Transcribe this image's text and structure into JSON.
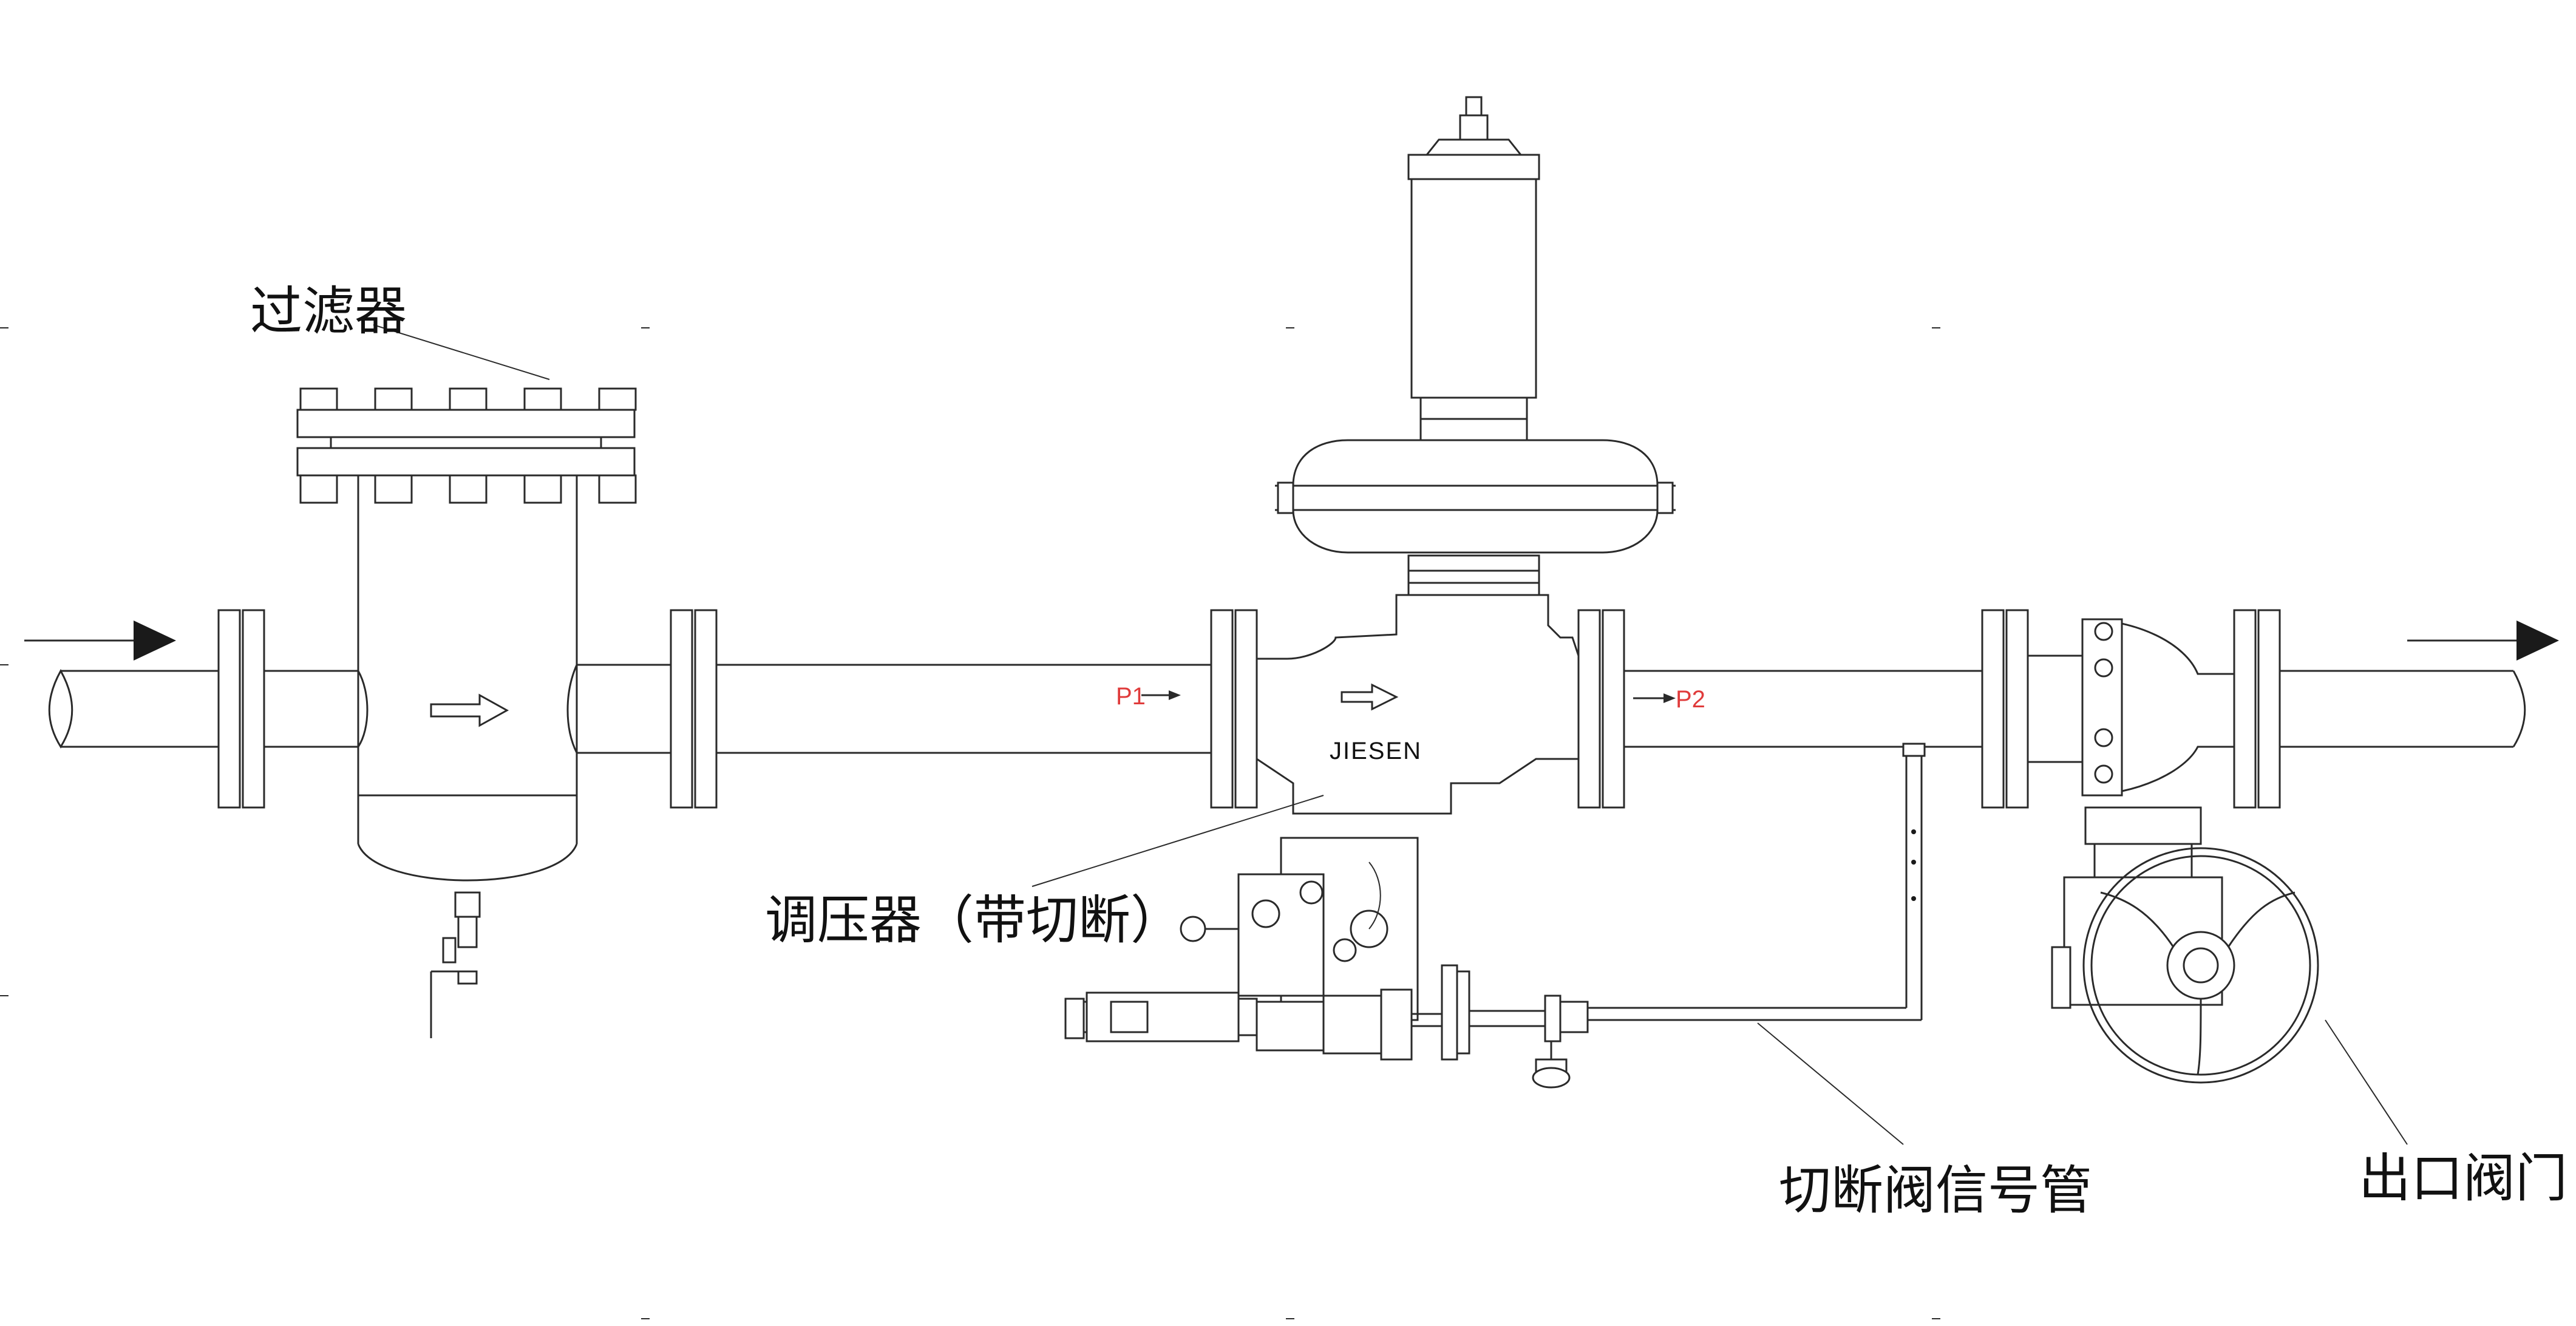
{
  "labels": {
    "filter": "过滤器",
    "regulator": "调压器（带切断）",
    "signal_pipe": "切断阀信号管",
    "outlet_valve": "出口阀门"
  },
  "brand": "JIESEN",
  "pressure_points": {
    "p1": "P1",
    "p2": "P2"
  },
  "colors": {
    "line": "#2a2a2a",
    "pressure_tag": "#e03b3b"
  },
  "icons": {
    "inlet": "flow-arrow-right-icon",
    "outlet": "flow-arrow-right-icon"
  }
}
